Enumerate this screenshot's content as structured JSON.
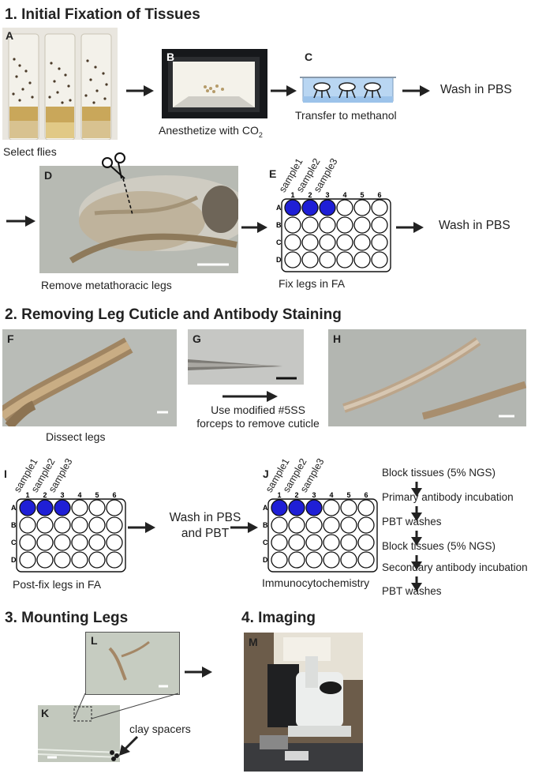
{
  "sections": {
    "s1": "1.  Initial Fixation of Tissues",
    "s2": "2.  Removing Leg Cuticle and Antibody Staining",
    "s3": "3.  Mounting Legs",
    "s4": "4.  Imaging"
  },
  "panels": {
    "A": "A",
    "B": "B",
    "C": "C",
    "D": "D",
    "E": "E",
    "F": "F",
    "G": "G",
    "H": "H",
    "I": "I",
    "J": "J",
    "K": "K",
    "L": "L",
    "M": "M"
  },
  "captions": {
    "select_flies": "Select flies",
    "anesthetize": "Anesthetize with CO",
    "anesthetize_sub": "2",
    "transfer": "Transfer to methanol",
    "wash1": "Wash in PBS",
    "remove_legs": "Remove metathoracic legs",
    "fix_legs": "Fix legs in FA",
    "wash2": "Wash in PBS",
    "dissect": "Dissect legs",
    "forceps": "Use modified #5SS forceps to remove cuticle",
    "postfix": "Post-fix legs in FA",
    "wash_pbt": "Wash in PBS and PBT",
    "immuno": "Immunocytochemistry",
    "clay": "clay spacers"
  },
  "plate": {
    "columns": [
      "1",
      "2",
      "3",
      "4",
      "5",
      "6"
    ],
    "rows": [
      "A",
      "B",
      "C",
      "D"
    ],
    "samples": [
      "sample1",
      "sample2",
      "sample3"
    ],
    "filled_color": "#1f1fd6"
  },
  "immuno_steps": [
    "Block tissues (5% NGS)",
    "Primary antibody incubation",
    "PBT washes",
    "Block tissues (5% NGS)",
    "Secondary antibody incubation",
    "PBT washes"
  ]
}
